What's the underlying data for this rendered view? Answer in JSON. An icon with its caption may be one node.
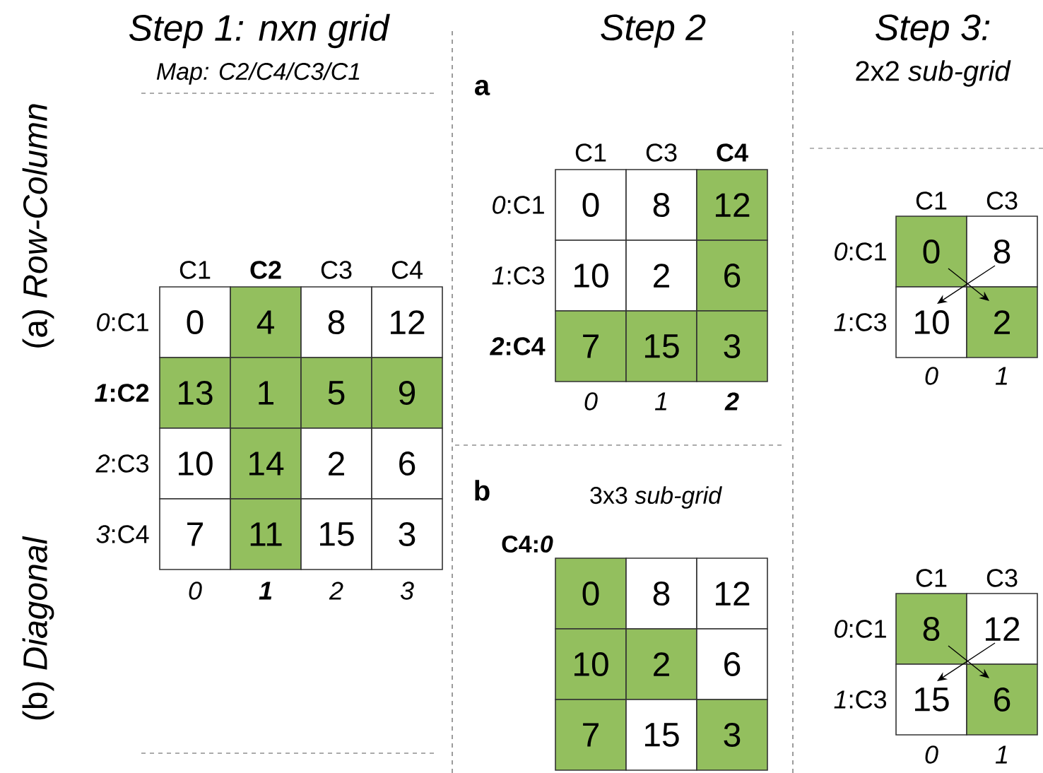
{
  "diagram": {
    "nodes": [
      {
        "text": [
          "0"
        ]
      },
      {
        "text": [
          "4"
        ]
      },
      {
        "text": [
          "8"
        ]
      },
      {
        "text": [
          "12"
        ]
      },
      {
        "text": [
          "13"
        ]
      },
      {
        "text": [
          "1"
        ]
      },
      {
        "text": [
          "5"
        ]
      },
      {
        "text": [
          "9"
        ]
      },
      {
        "text": [
          "10"
        ]
      },
      {
        "text": [
          "14"
        ]
      },
      {
        "text": [
          "2"
        ]
      },
      {
        "text": [
          "6"
        ]
      },
      {
        "text": [
          "7"
        ]
      },
      {
        "text": [
          "11"
        ]
      },
      {
        "text": [
          "15"
        ]
      },
      {
        "text": [
          "3"
        ]
      },
      {
        "text": [
          "0"
        ]
      },
      {
        "text": [
          "8"
        ]
      },
      {
        "text": [
          "12"
        ]
      },
      {
        "text": [
          "10"
        ]
      },
      {
        "text": [
          "2"
        ]
      },
      {
        "text": [
          "6"
        ]
      },
      {
        "text": [
          "7"
        ]
      },
      {
        "text": [
          "15"
        ]
      },
      {
        "text": [
          "3"
        ]
      },
      {
        "text": [
          "0"
        ]
      },
      {
        "text": [
          "8"
        ]
      },
      {
        "text": [
          "12"
        ]
      },
      {
        "text": [
          "10"
        ]
      },
      {
        "text": [
          "2"
        ]
      },
      {
        "text": [
          "6"
        ]
      },
      {
        "text": [
          "7"
        ]
      },
      {
        "text": [
          "15"
        ]
      },
      {
        "text": [
          "3"
        ]
      },
      {
        "text": [
          "0"
        ]
      },
      {
        "text": [
          "8"
        ]
      },
      {
        "text": [
          "10"
        ]
      },
      {
        "text": [
          "2"
        ]
      },
      {
        "text": [
          "8"
        ]
      },
      {
        "text": [
          "12"
        ]
      },
      {
        "text": [
          "15"
        ]
      },
      {
        "text": [
          "6"
        ]
      }
    ],
    "edges": [
      {
        "from": 34,
        "to": 37,
        "arrow": "to"
      },
      {
        "from": 35,
        "to": 36,
        "arrow": "to"
      },
      {
        "from": 38,
        "to": 41,
        "arrow": "to"
      },
      {
        "from": 39,
        "to": 40,
        "arrow": "to"
      }
    ],
    "labels": [
      "Step 1:  nxn grid",
      "Map: C2/C4/C3/C1",
      "Step 2",
      "Step 3:",
      "2x2 *sub-grid*",
      "(a) *Row-Column*",
      "(b) *Diagonal*",
      "a",
      "b",
      "3x3 *sub-grid*",
      "C4:*0*",
      "C1",
      "C2",
      "C3",
      "C4",
      "*0*:C1",
      "*1*:C2",
      "*2*:C3",
      "*3*:C4",
      "0",
      "1",
      "2",
      "3",
      "C1",
      "C3",
      "C4",
      "*0*:C1",
      "*1*:C3",
      "*2*:C4",
      "0",
      "1",
      "2",
      "C1",
      "C3",
      "*0*:C1",
      "*1*:C3",
      "0",
      "1",
      "C1",
      "C3",
      "*0*:C1",
      "*1*:C3",
      "0",
      "1"
    ]
  }
}
